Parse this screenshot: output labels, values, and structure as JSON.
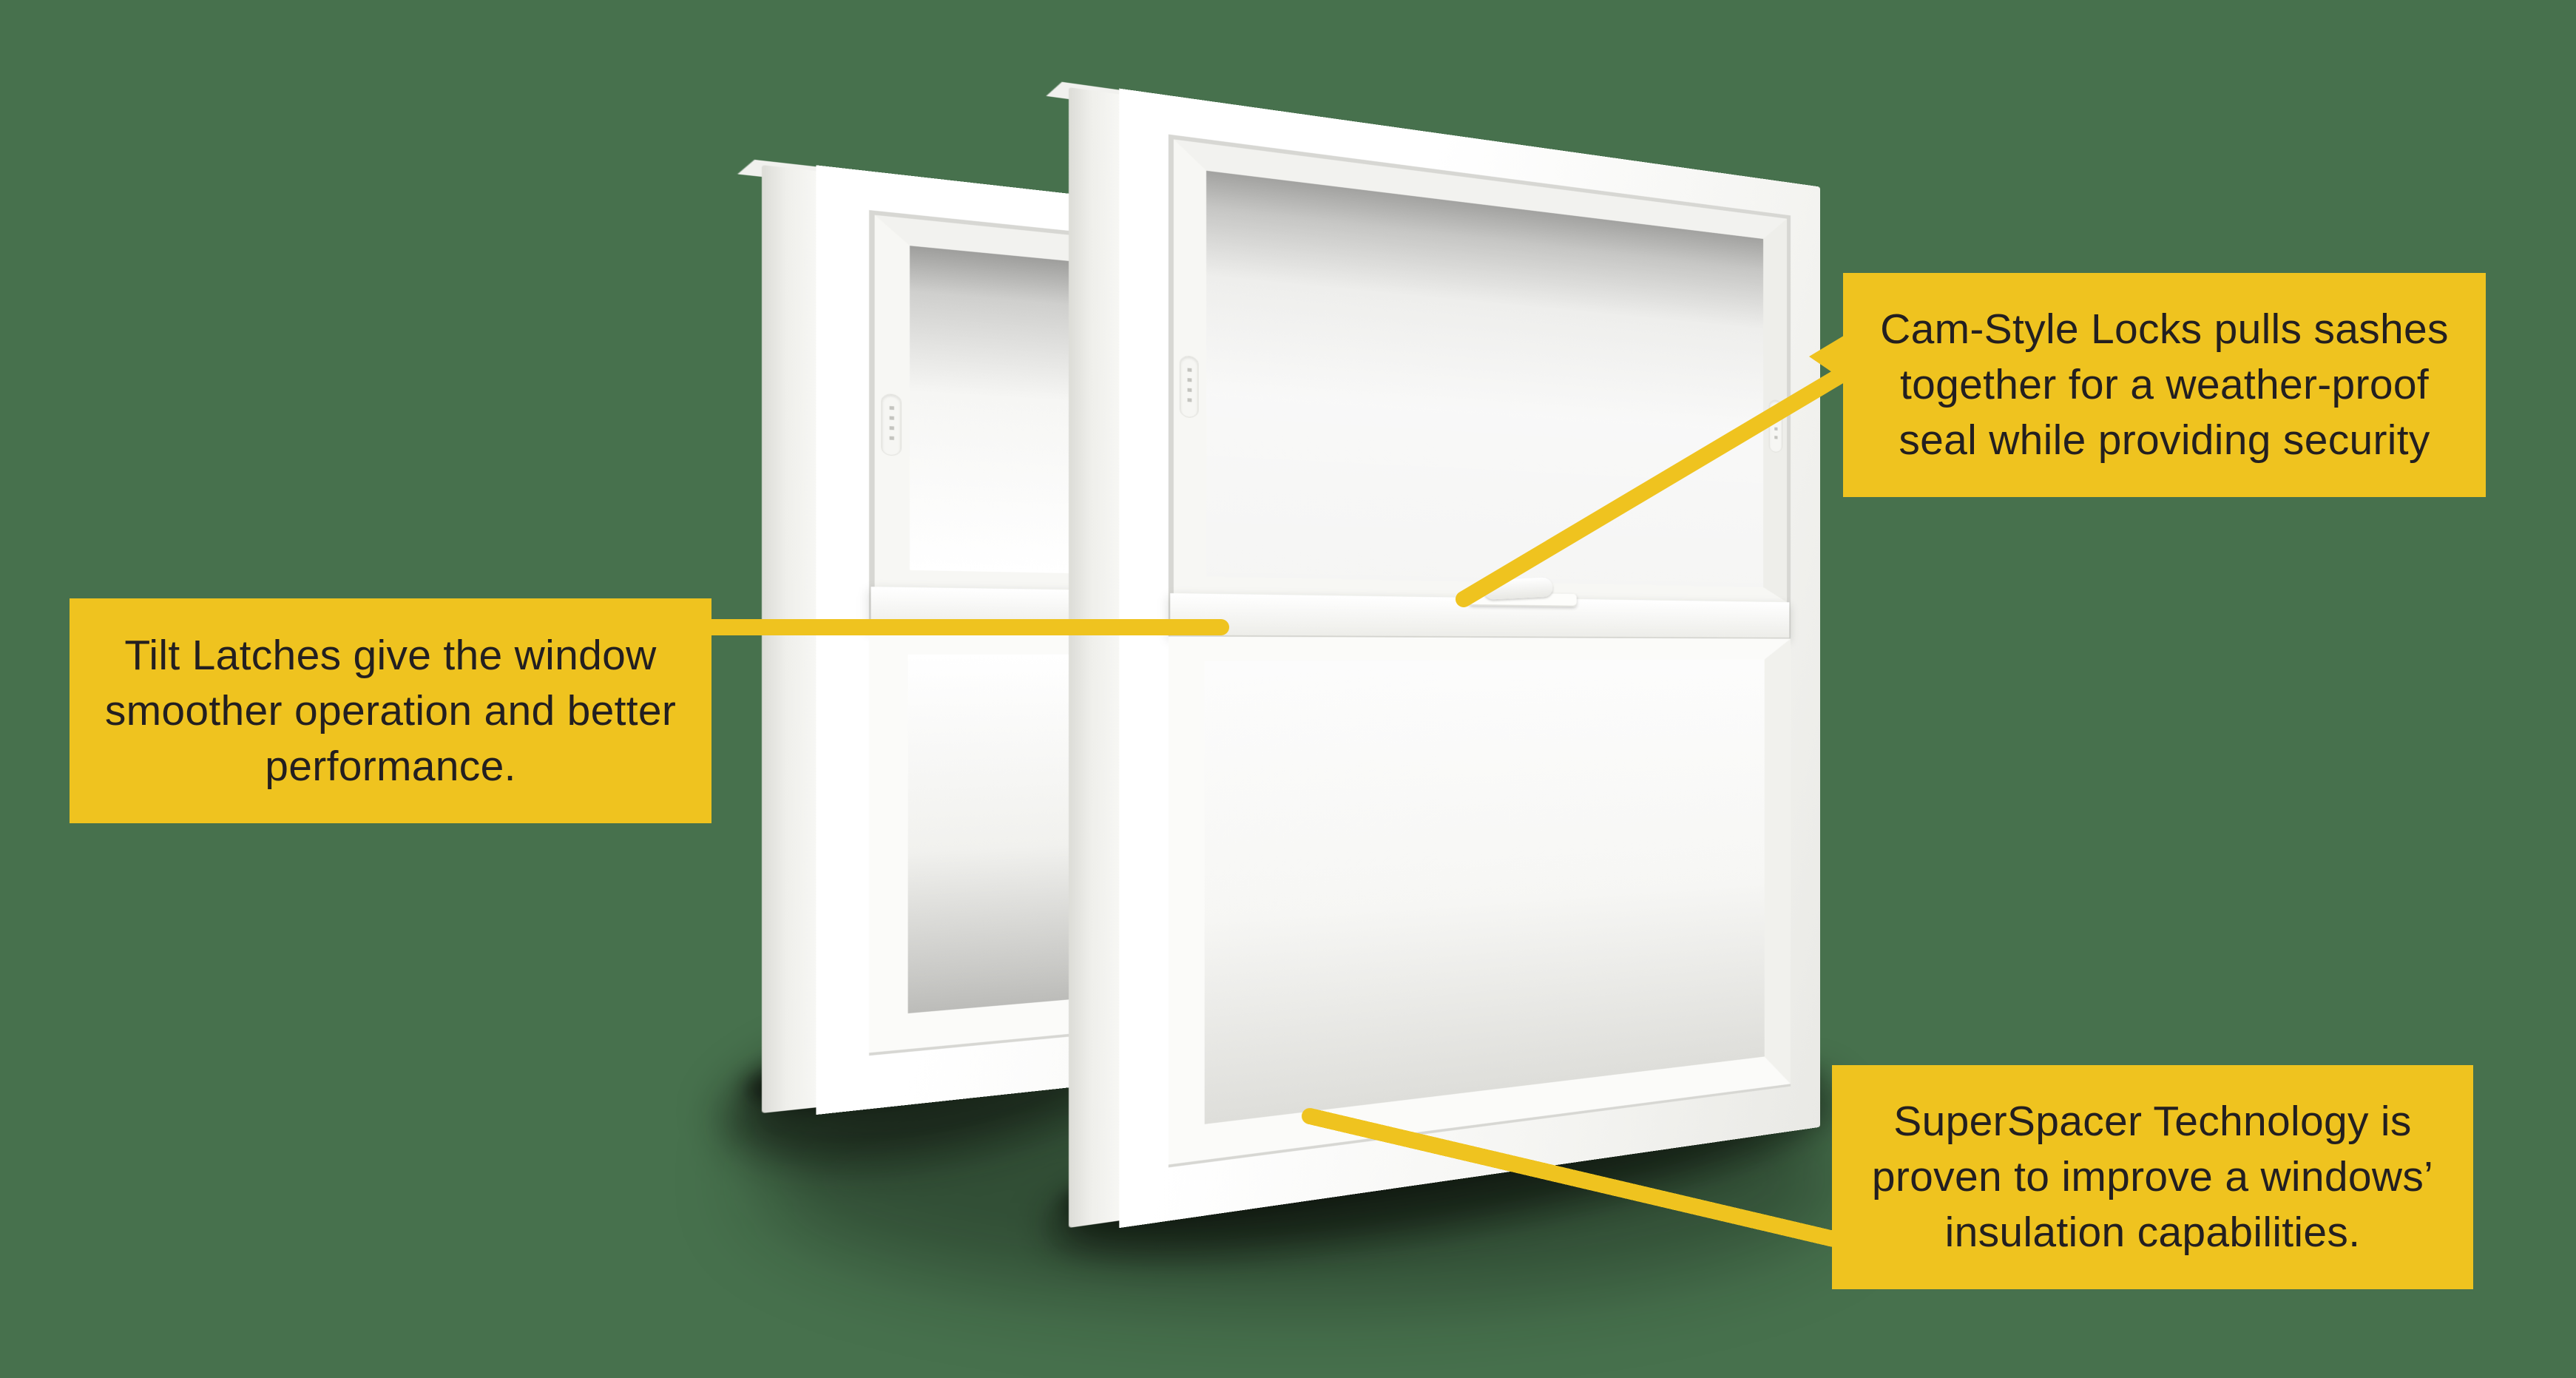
{
  "colors": {
    "background": "#47714D",
    "callout_bg": "#EFC31F",
    "callout_text": "#231F20",
    "connector": "#EFC31F"
  },
  "callouts": {
    "cam_lock": {
      "line1": "Cam-Style Locks pulls sashes",
      "line2": "together for a weather-proof",
      "line3": "seal while providing security"
    },
    "tilt_latch": {
      "line1": "Tilt Latches give the window",
      "line2": "smoother operation and better",
      "line3": "performance."
    },
    "super_spacer": {
      "line1": "SuperSpacer Technology is",
      "line2": "proven to improve a windows’",
      "line3": "insulation capabilities."
    }
  }
}
